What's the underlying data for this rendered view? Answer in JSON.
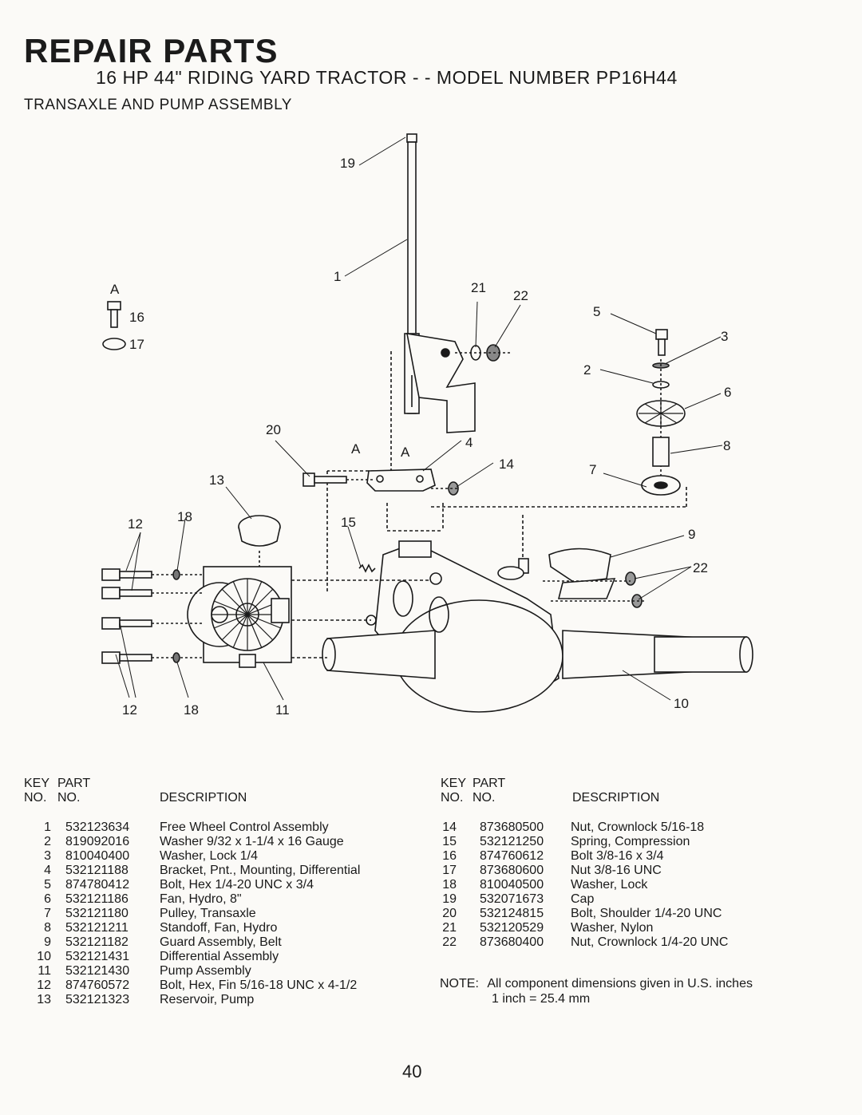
{
  "header": {
    "title": "REPAIR PARTS",
    "subtitle": "16 HP 44\" RIDING YARD TRACTOR - - MODEL NUMBER PP16H44",
    "section": "TRANSAXLE AND PUMP ASSEMBLY"
  },
  "diagram": {
    "callouts": [
      "19",
      "1",
      "A",
      "16",
      "17",
      "21",
      "22",
      "5",
      "3",
      "2",
      "6",
      "20",
      "4",
      "14",
      "8",
      "7",
      "13",
      "12",
      "18",
      "15",
      "9",
      "22",
      "10",
      "12",
      "18",
      "11",
      "A",
      "A"
    ]
  },
  "table_headers": {
    "key": "KEY",
    "part": "PART",
    "no1": "NO.",
    "no2": "NO.",
    "desc": "DESCRIPTION"
  },
  "parts_left": [
    {
      "key": "1",
      "part": "532123634",
      "desc": "Free Wheel Control Assembly"
    },
    {
      "key": "2",
      "part": "819092016",
      "desc": "Washer 9/32 x 1-1/4 x 16 Gauge"
    },
    {
      "key": "3",
      "part": "810040400",
      "desc": "Washer, Lock 1/4"
    },
    {
      "key": "4",
      "part": "532121188",
      "desc": "Bracket, Pnt., Mounting, Differential"
    },
    {
      "key": "5",
      "part": "874780412",
      "desc": "Bolt, Hex 1/4-20 UNC x 3/4"
    },
    {
      "key": "6",
      "part": "532121186",
      "desc": "Fan, Hydro, 8\""
    },
    {
      "key": "7",
      "part": "532121180",
      "desc": "Pulley, Transaxle"
    },
    {
      "key": "8",
      "part": "532121211",
      "desc": "Standoff, Fan, Hydro"
    },
    {
      "key": "9",
      "part": "532121182",
      "desc": "Guard Assembly, Belt"
    },
    {
      "key": "10",
      "part": "532121431",
      "desc": "Differential Assembly"
    },
    {
      "key": "11",
      "part": "532121430",
      "desc": "Pump Assembly"
    },
    {
      "key": "12",
      "part": "874760572",
      "desc": "Bolt, Hex, Fin 5/16-18 UNC x 4-1/2"
    },
    {
      "key": "13",
      "part": "532121323",
      "desc": "Reservoir, Pump"
    }
  ],
  "parts_right": [
    {
      "key": "14",
      "part": "873680500",
      "desc": "Nut, Crownlock 5/16-18"
    },
    {
      "key": "15",
      "part": "532121250",
      "desc": "Spring, Compression"
    },
    {
      "key": "16",
      "part": "874760612",
      "desc": "Bolt 3/8-16 x 3/4"
    },
    {
      "key": "17",
      "part": "873680600",
      "desc": "Nut 3/8-16 UNC"
    },
    {
      "key": "18",
      "part": "810040500",
      "desc": "Washer, Lock"
    },
    {
      "key": "19",
      "part": "532071673",
      "desc": "Cap"
    },
    {
      "key": "20",
      "part": "532124815",
      "desc": "Bolt, Shoulder 1/4-20 UNC"
    },
    {
      "key": "21",
      "part": "532120529",
      "desc": "Washer, Nylon"
    },
    {
      "key": "22",
      "part": "873680400",
      "desc": "Nut, Crownlock 1/4-20 UNC"
    }
  ],
  "note": {
    "label": "NOTE:",
    "text": "All component dimensions given in U.S. inches",
    "conversion": "1 inch = 25.4 mm"
  },
  "page_number": "40"
}
